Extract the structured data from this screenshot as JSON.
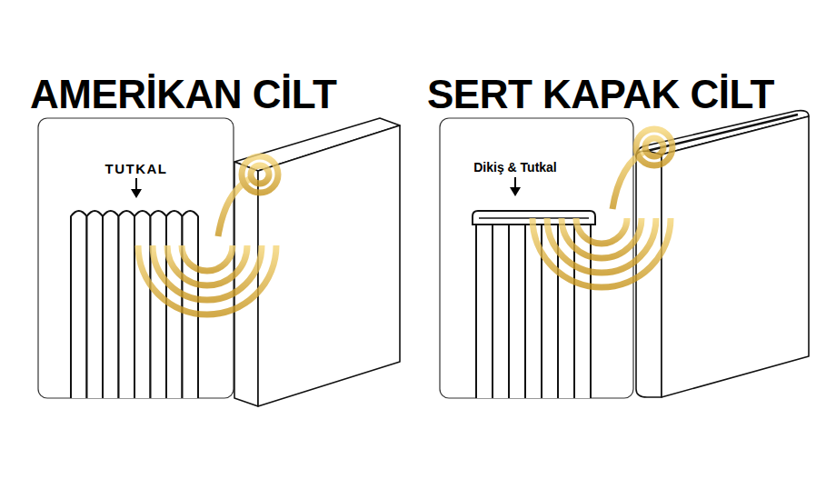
{
  "diagram": {
    "labels": [
      "AMERİKAN CİLT",
      "TUTKAL",
      "SERT KAPAK CİLT",
      "Dikiş & Tutkal"
    ]
  }
}
